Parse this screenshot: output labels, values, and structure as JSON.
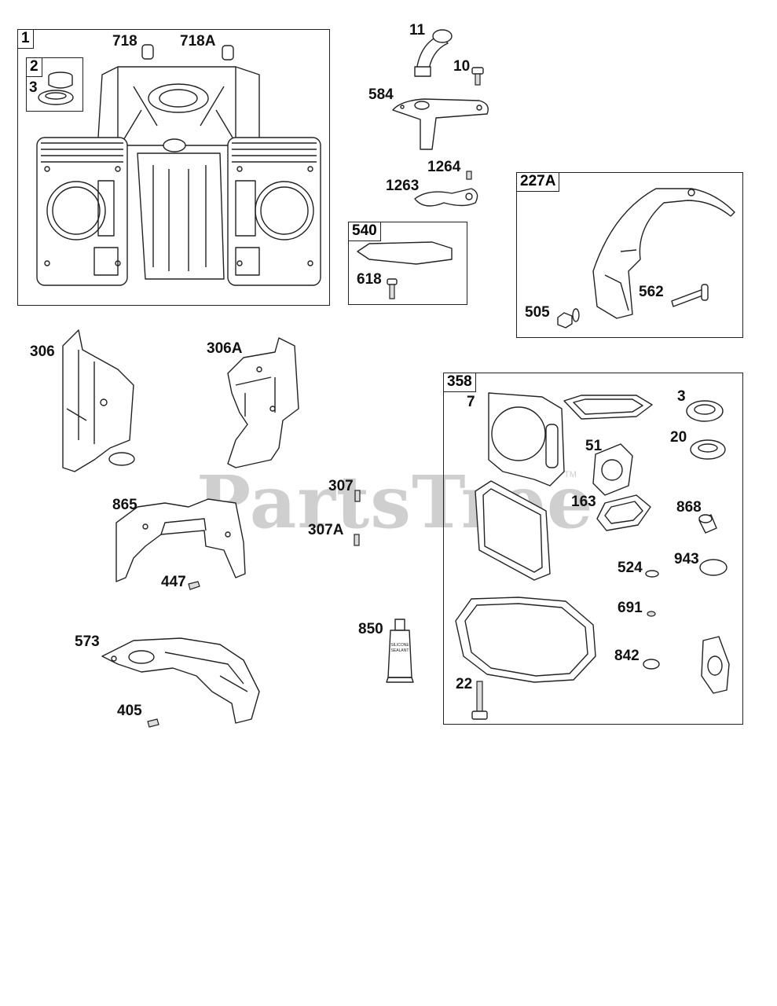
{
  "watermark": {
    "text": "PartsTree",
    "trademark": "TM"
  },
  "groups": [
    {
      "id": "box-1",
      "tag": "1"
    },
    {
      "id": "box-2",
      "tag": "2"
    },
    {
      "id": "box-540",
      "tag": "540"
    },
    {
      "id": "box-227a",
      "tag": "227A"
    },
    {
      "id": "box-358",
      "tag": "358"
    }
  ],
  "parts": {
    "p718": "718",
    "p718a": "718A",
    "p3a": "3",
    "p11": "11",
    "p10": "10",
    "p584": "584",
    "p1264": "1264",
    "p1263": "1263",
    "p618": "618",
    "p562": "562",
    "p505": "505",
    "p306": "306",
    "p306a": "306A",
    "p865": "865",
    "p447": "447",
    "p307": "307",
    "p307a": "307A",
    "p850": "850",
    "p573": "573",
    "p405": "405",
    "p7": "7",
    "p3b": "3",
    "p51": "51",
    "p20": "20",
    "p163": "163",
    "p868": "868",
    "p524": "524",
    "p943": "943",
    "p691": "691",
    "p842": "842",
    "p22": "22"
  },
  "tube_text": {
    "line1": "SILICONE",
    "line2": "SEALANT"
  }
}
